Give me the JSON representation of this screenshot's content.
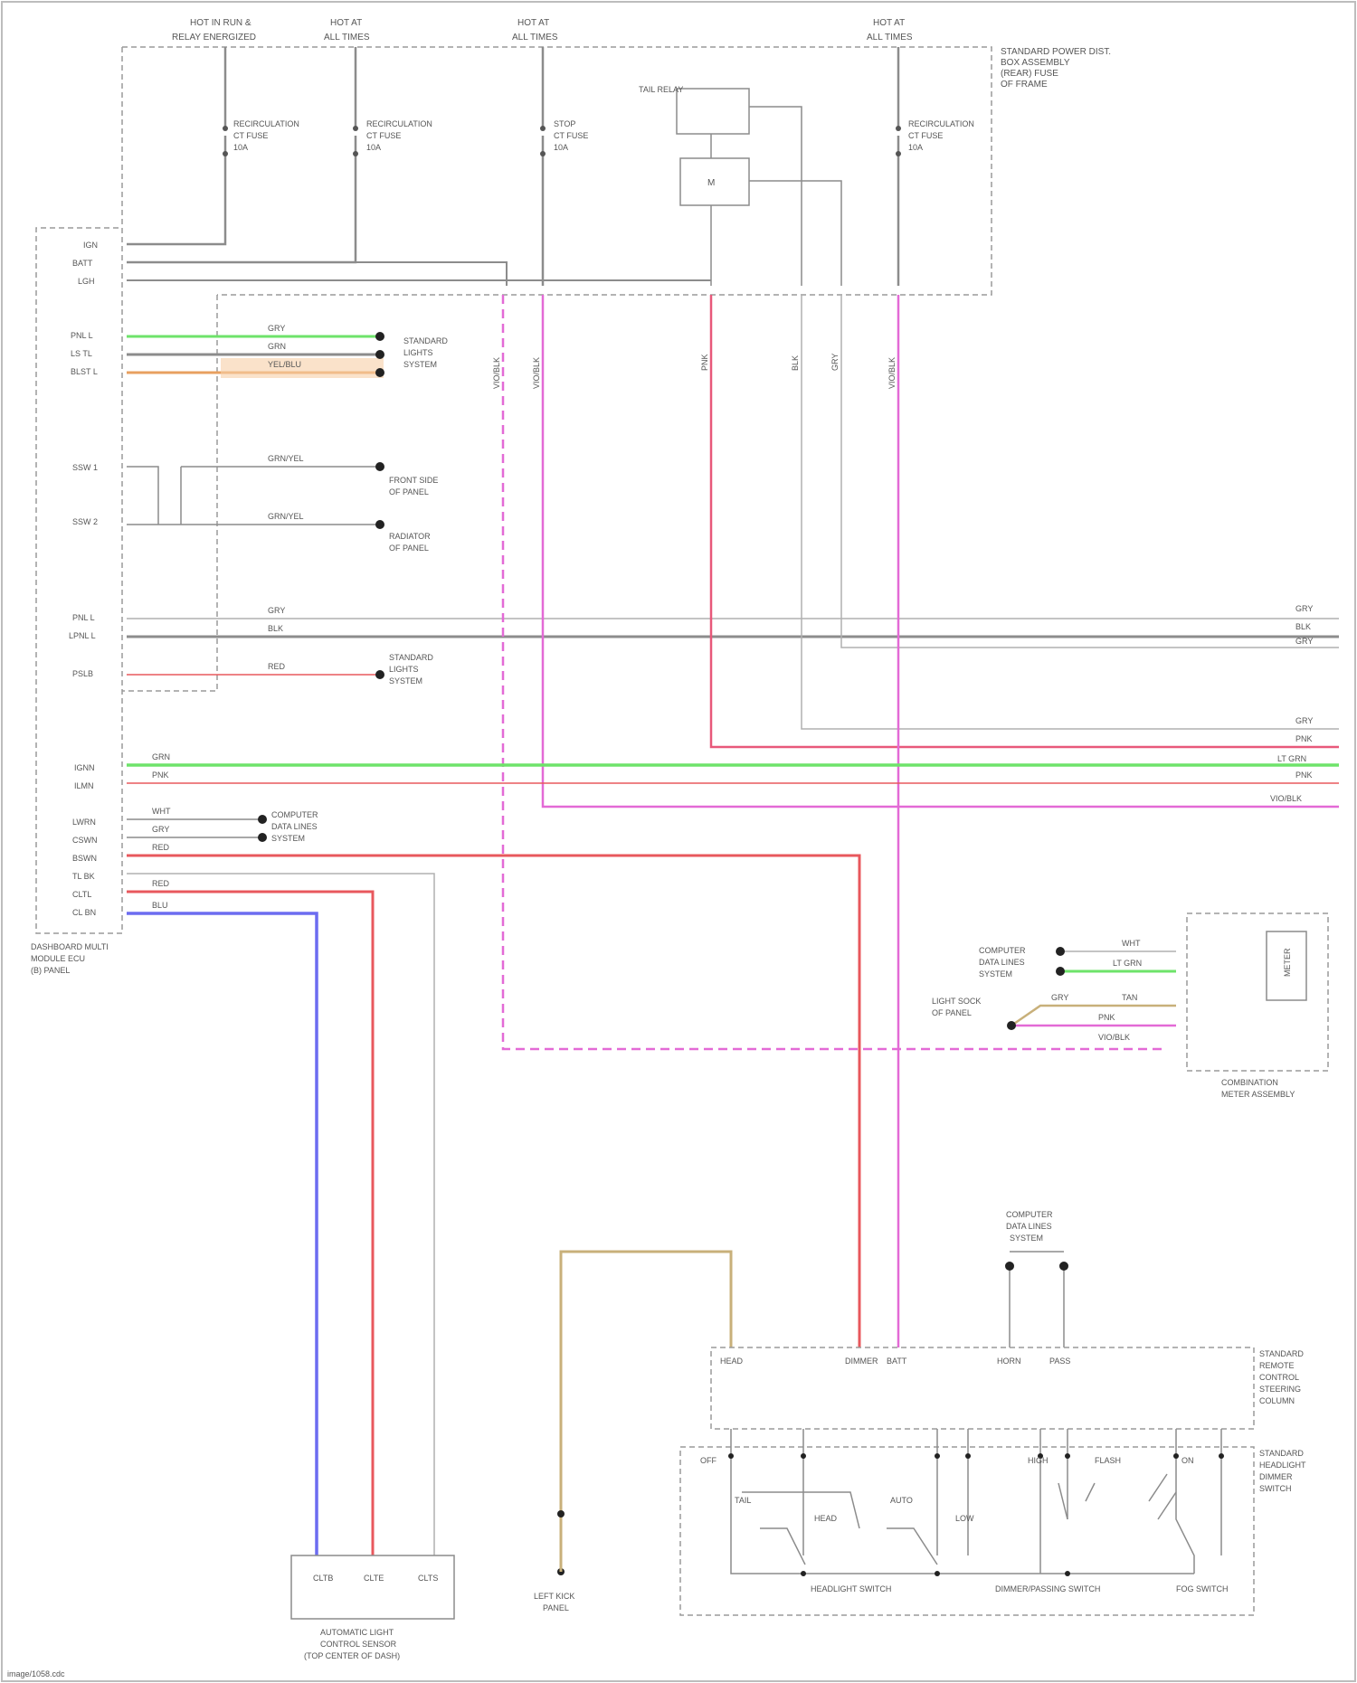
{
  "diagram": {
    "colors": {
      "grey": "#8c8c8c",
      "pink": "#e36ad6",
      "red": "#e8585d",
      "green": "#6ee36a",
      "blue": "#6c6cf0",
      "tan": "#c8b07a",
      "dashed": "#9a9a9a"
    },
    "fuses": [
      {
        "title": "HOT IN RUN &",
        "subtitle": "RELAY ENERGIZED",
        "device": "RECIRCULATION",
        "fuse": "CT FUSE",
        "rating": "10A"
      },
      {
        "title": "HOT AT",
        "subtitle": "ALL TIMES",
        "device": "RECIRCULATION",
        "fuse": "CT FUSE",
        "rating": "10A"
      },
      {
        "title": "HOT AT",
        "subtitle": "ALL TIMES",
        "device": "STOP",
        "fuse": "CT FUSE",
        "rating": "10A"
      },
      {
        "title": "HOT AT",
        "subtitle": "ALL TIMES",
        "device": "RECIRCULATION",
        "fuse": "CT FUSE",
        "rating": "10A"
      }
    ],
    "relay": {
      "label": "TAIL RELAY",
      "inner": "M"
    },
    "junction_box": {
      "lines": [
        "STANDARD POWER DIST.",
        "BOX ASSEMBLY",
        "(REAR) FUSE",
        "OF FRAME"
      ]
    },
    "left_connector": {
      "pins": [
        "IGN",
        "BATT",
        "LGH",
        "PNL L",
        "LS TL",
        "BLST L",
        "SSW 1",
        "SSW 2",
        "PNL L",
        "LPNL L",
        "PSLB",
        "IGNN",
        "ILMN",
        "LWRN",
        "CSWN",
        "BSWN",
        "TL BK",
        "CLTL",
        "CL BN"
      ],
      "caption": [
        "DASHBOARD MULTI",
        "MODULE ECU",
        "(B) PANEL"
      ]
    },
    "wires": {
      "w1": "GRY",
      "w2": "GRN",
      "w3": "YEL/BLU",
      "w4": "GRN/YEL",
      "w5": "GRN/YEL",
      "w6": "GRY",
      "w7": "BLK",
      "w8": "RED",
      "w9": "GRN",
      "w10": "PNK",
      "w11": "WHT",
      "w12": "RED",
      "w13": "GRY",
      "w14": "RED",
      "w15": "BLU",
      "v1": "VIO/BLK",
      "v2": "VIO/BLK",
      "v3": "PNK",
      "v4": "BLK",
      "v5": "GRY",
      "v6": "VIO/BLK"
    },
    "targets": {
      "t1": [
        "STANDARD",
        "LIGHTS",
        "SYSTEM"
      ],
      "t2": [
        "FRONT SIDE",
        "OF PANEL"
      ],
      "t3": [
        "RADIATOR",
        "OF PANEL"
      ],
      "t4": [
        "STANDARD",
        "LIGHTS",
        "SYSTEM"
      ],
      "t5": [
        "COMPUTER",
        "DATA LINES",
        "SYSTEM"
      ]
    },
    "right_bus": [
      "GRY",
      "BLK",
      "GRY",
      "GRY",
      "PNK",
      "LT GRN",
      "PNK",
      "VIO/BLK"
    ],
    "combination_meter": {
      "caption": [
        "COMBINATION",
        "METER ASSEMBLY"
      ],
      "src1": [
        "COMPUTER",
        "DATA LINES",
        "SYSTEM"
      ],
      "src2": [
        "LIGHT SOCK",
        "OF PANEL"
      ],
      "wire_labels": [
        "WHT",
        "LT GRN",
        "GRY",
        "TAN",
        "PNK",
        "VIO/BLK"
      ],
      "inner": "METER"
    },
    "light_sensor": {
      "caption": [
        "AUTOMATIC LIGHT",
        "CONTROL SENSOR",
        "(TOP CENTER OF DASH)"
      ],
      "pins": [
        "CLTB",
        "CLTE",
        "CLTS"
      ]
    },
    "ground": {
      "label": [
        "LEFT KICK",
        "PANEL"
      ]
    },
    "harness": {
      "caption": [
        "STANDARD",
        "REMOTE",
        "CONTROL",
        "STEERING",
        "COLUMN"
      ],
      "top_pins": [
        "HEAD",
        "DIMMER",
        "BATT",
        "HORN",
        "PASS"
      ]
    },
    "switch": {
      "caption": [
        "STANDARD",
        "HEADLIGHT",
        "DIMMER",
        "SWITCH"
      ],
      "labels": [
        "HEADLIGHT SWITCH",
        "DIMMER/PASSING SWITCH",
        "FOG SWITCH"
      ],
      "positions": [
        "OFF",
        "TAIL",
        "HEAD",
        "AUTO",
        "LOW",
        "HIGH",
        "FLASH",
        "ON"
      ]
    },
    "data_src": [
      "COMPUTER",
      "DATA LINES",
      "SYSTEM"
    ],
    "footer": "image/1058.cdc"
  }
}
